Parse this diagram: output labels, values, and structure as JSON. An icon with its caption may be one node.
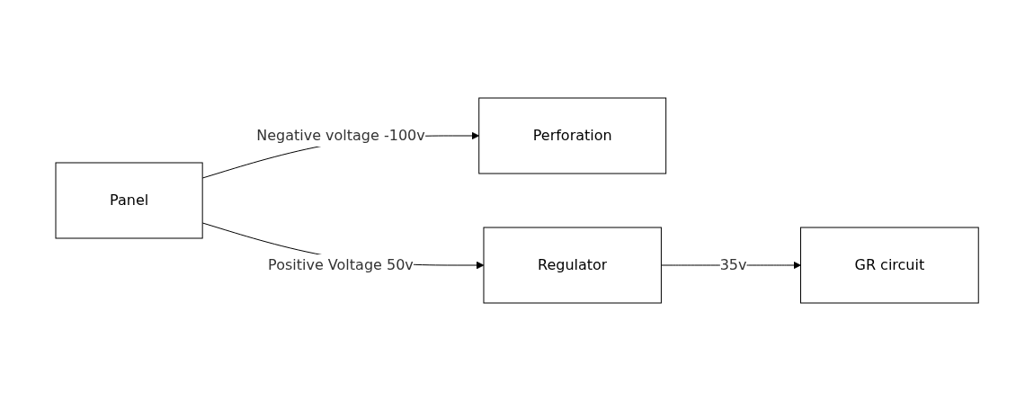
{
  "diagram": {
    "nodes": [
      {
        "text": [
          "Panel"
        ]
      },
      {
        "text": [
          "Perforation"
        ]
      },
      {
        "text": [
          "Regulator"
        ]
      },
      {
        "text": [
          "GR circuit"
        ]
      }
    ],
    "edges": [
      {
        "from": 0,
        "to": 1,
        "arrow": "to",
        "label": "Negative voltage -100v"
      },
      {
        "from": 0,
        "to": 2,
        "arrow": "to",
        "label": "Positive Voltage 50v"
      },
      {
        "from": 2,
        "to": 3,
        "arrow": "to",
        "label": "35v"
      }
    ]
  }
}
